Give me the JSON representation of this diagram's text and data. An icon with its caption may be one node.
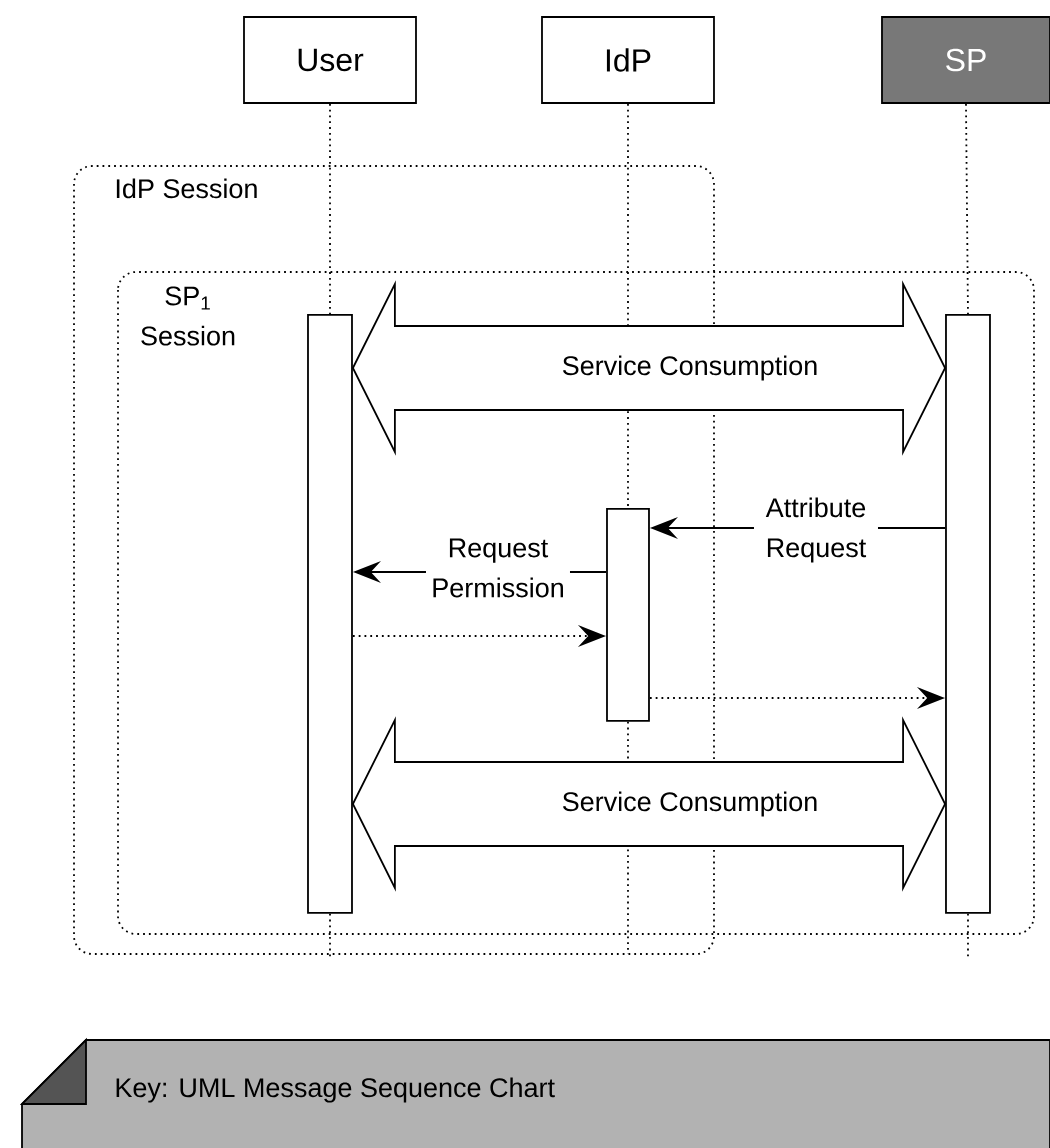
{
  "diagram": {
    "nodes": [
      {
        "text": [
          "User"
        ]
      },
      {
        "text": [
          "IdP"
        ]
      },
      {
        "text": [
          "SP"
        ]
      },
      {
        "text": [],
        "shape": "bar"
      },
      {
        "text": [],
        "shape": "bar"
      },
      {
        "text": [],
        "shape": "bar"
      },
      {
        "text": [
          "Key: UML Message Sequence Chart"
        ]
      }
    ],
    "edges": [
      {
        "from": 0,
        "to": 3,
        "arrow": "none",
        "style": "dashed"
      },
      {
        "from": 1,
        "to": 4,
        "arrow": "none",
        "style": "dashed"
      },
      {
        "from": 2,
        "to": 5,
        "arrow": "none",
        "style": "dashed"
      },
      {
        "from": 3,
        "to": 5,
        "arrow": "both",
        "label": "Service Consumption"
      },
      {
        "from": 5,
        "to": 4,
        "arrow": "to",
        "label": "Attribute Request"
      },
      {
        "from": 4,
        "to": 3,
        "arrow": "to",
        "label": "Request Permission"
      },
      {
        "from": 3,
        "to": 4,
        "arrow": "to",
        "style": "dashed"
      },
      {
        "from": 4,
        "to": 5,
        "arrow": "to",
        "style": "dashed"
      },
      {
        "from": 3,
        "to": 5,
        "arrow": "both",
        "label": "Service Consumption"
      }
    ],
    "labels": [
      "IdP Session",
      "SP$_{1}$ Session"
    ]
  }
}
